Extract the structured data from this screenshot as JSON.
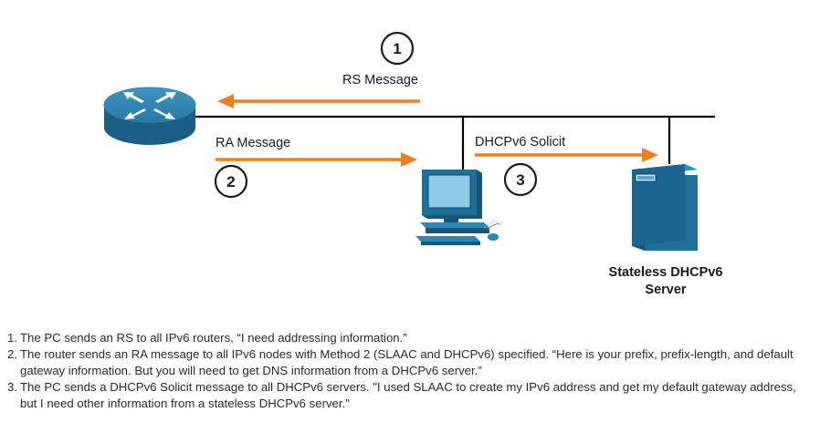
{
  "diagram": {
    "messages": {
      "rs": {
        "number": "1",
        "label": "RS Message"
      },
      "ra": {
        "number": "2",
        "label": "RA Message"
      },
      "solicit": {
        "number": "3",
        "label": "DHCPv6 Solicit"
      }
    },
    "server_label": {
      "line1": "Stateless DHCPv6",
      "line2": "Server"
    },
    "devices": {
      "router": "router-icon",
      "pc": "pc-icon",
      "server": "server-icon"
    },
    "colors": {
      "arrow": "#f07f1c",
      "device_blue": "#1e6f99",
      "device_dark": "#165679",
      "link": "#000000"
    }
  },
  "steps": [
    {
      "n": "1.",
      "text": "The PC sends an RS to all IPv6 routers, “I need addressing information.”"
    },
    {
      "n": "2.",
      "text": "The router sends an RA message to all IPv6 nodes with Method 2 (SLAAC and DHCPv6) specified. “Here is your prefix, prefix-length, and default gateway information. But you will need to get DNS information from a DHCPv6 server.”"
    },
    {
      "n": "3.",
      "text": "The PC sends a DHCPv6 Solicit message to all DHCPv6 servers. \"I used SLAAC to create my IPv6 address and get my default gateway address, but I need other information from a stateless DHCPv6 server.\""
    }
  ]
}
